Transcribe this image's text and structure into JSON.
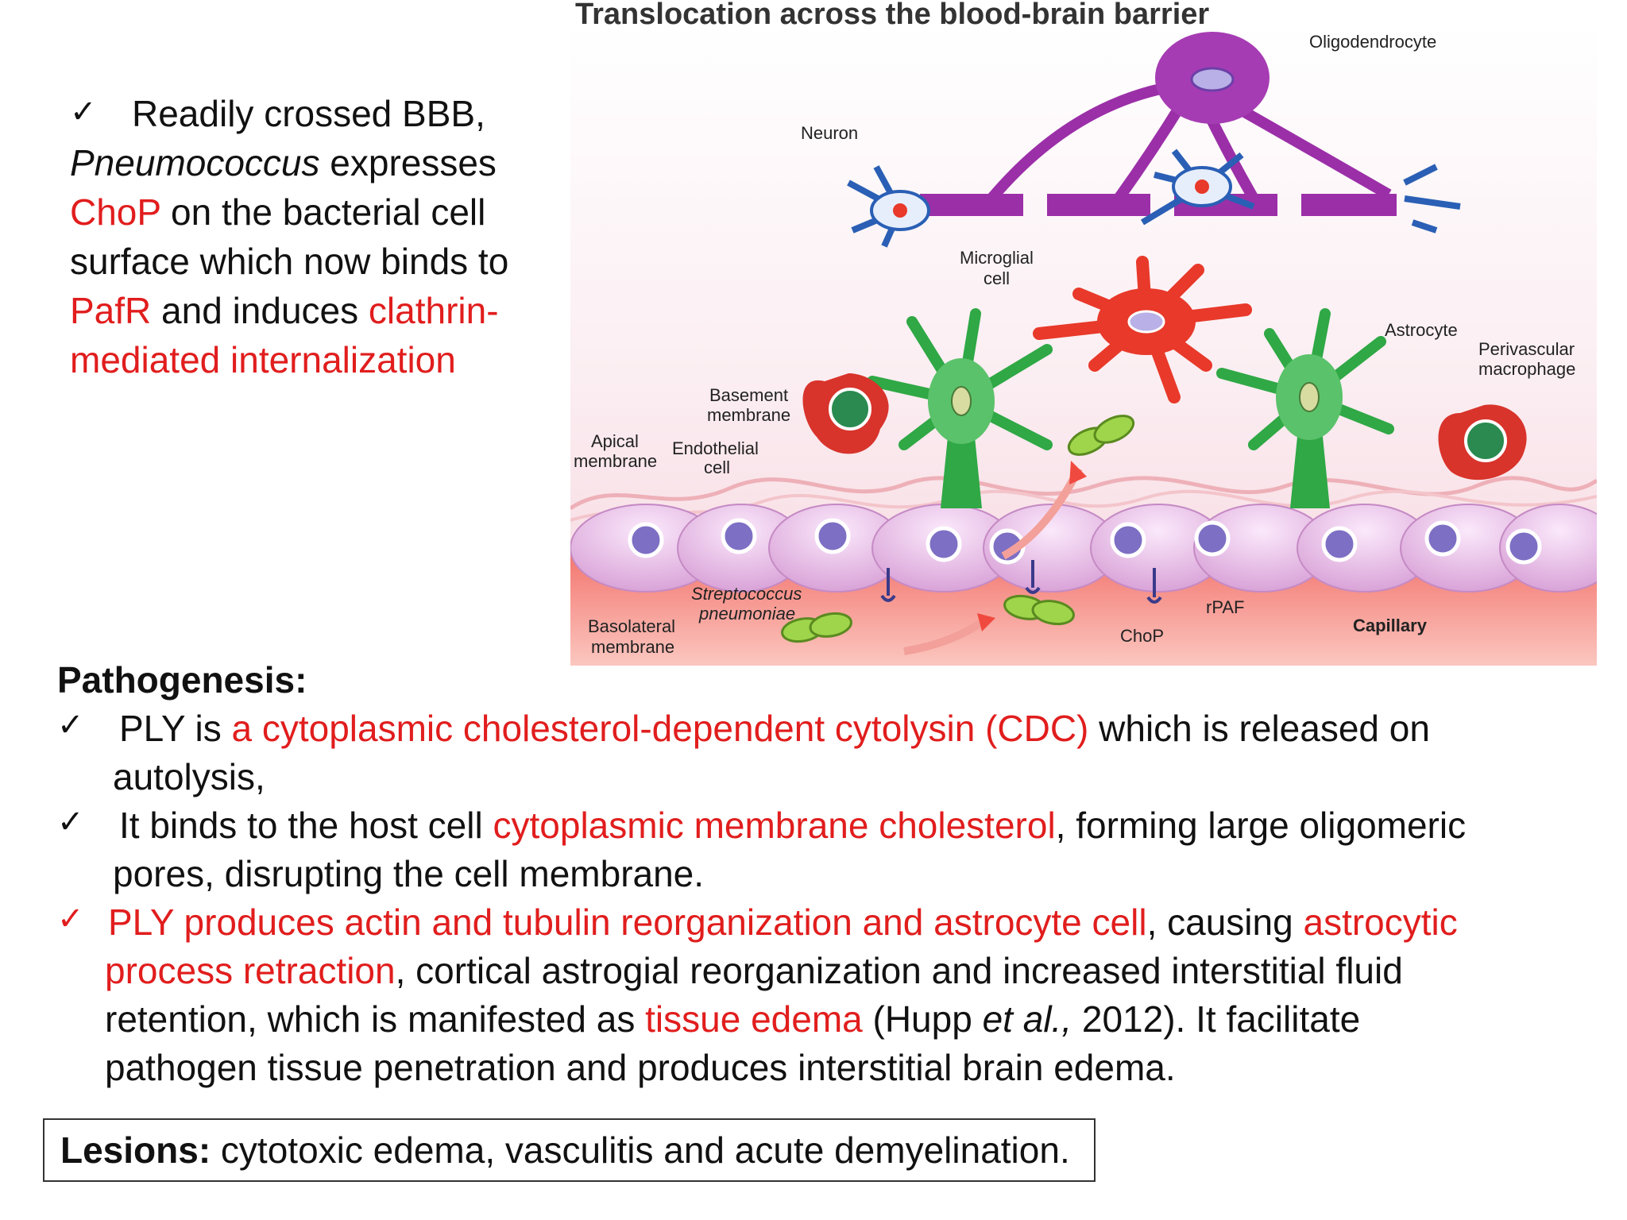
{
  "left_text": {
    "check": "✓",
    "line1": "Readily crossed BBB,",
    "pneumo": "Pneumococcus",
    "expresses": " expresses",
    "chop": "ChoP",
    "on_surface": " on the bacterial cell surface which now binds to",
    "pafr": "PafR",
    "induces": " and induces ",
    "clathrin": "clathrin-mediated internalization"
  },
  "figure": {
    "title": "Translocation across the blood-brain barrier",
    "labels": {
      "oligodendrocyte": "Oligodendrocyte",
      "neuron": "Neuron",
      "microglial1": "Microglial",
      "microglial2": "cell",
      "astrocyte": "Astrocyte",
      "perivascular1": "Perivascular",
      "perivascular2": "macrophage",
      "basement1": "Basement",
      "basement2": "membrane",
      "apical1": "Apical",
      "apical2": "membrane",
      "endothelial1": "Endothelial",
      "endothelial2": "cell",
      "basolateral1": "Basolateral",
      "basolateral2": "membrane",
      "strep1": "Streptococcus",
      "strep2": "pneumoniae",
      "chop": "ChoP",
      "rpaf": "rPAF",
      "capillary": "Capillary"
    },
    "colors": {
      "oligodendrocyte": "#9b2fa8",
      "neuron": "#2a5fb5",
      "microglia": "#e8392a",
      "astrocyte": "#2fa845",
      "macrophage": "#d8342c",
      "endothelium": "#e9c4e8",
      "nucleus": "#7d6fc4",
      "capillary": "#f0605a"
    }
  },
  "pathogenesis": {
    "heading": "Pathogenesis:",
    "check": "✓",
    "b1_a": "PLY is ",
    "b1_red": "a cytoplasmic cholesterol-dependent cytolysin (CDC)",
    "b1_b": " which is released on",
    "b1_c": "autolysis,",
    "b2_a": "It binds to the host cell ",
    "b2_red": "cytoplasmic membrane cholesterol",
    "b2_b": ", forming large oligomeric",
    "b2_c": "pores, disrupting the cell membrane.",
    "b3_red1": "PLY produces actin and tubulin reorganization and astrocyte cell",
    "b3_a": ", causing ",
    "b3_red2": "astrocytic",
    "b3_red3": "process retraction",
    "b3_b": ", cortical astrogial reorganization and increased  interstitial fluid",
    "b3_c": "retention, which is manifested as ",
    "b3_red4": "tissue edema",
    "b3_d": " (Hupp ",
    "b3_etal": "et al.,",
    "b3_e": " 2012).  It facilitate",
    "b3_f": "pathogen tissue penetration and produces interstitial brain edema."
  },
  "lesions": {
    "label": "Lesions:",
    "text": " cytotoxic edema, vasculitis and acute demyelination."
  }
}
